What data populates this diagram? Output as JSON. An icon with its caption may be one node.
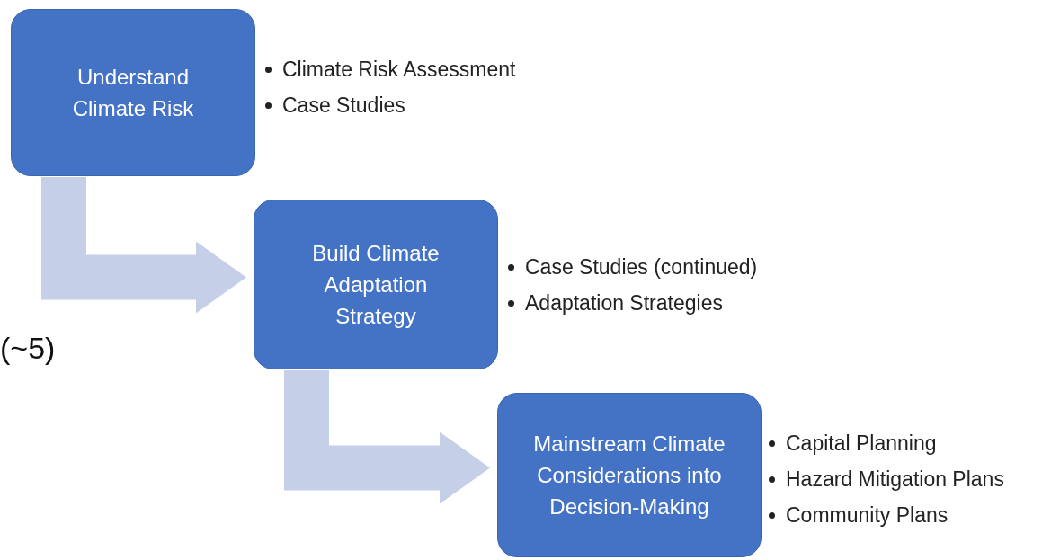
{
  "diagram": {
    "nodes": [
      {
        "text": [
          "Understand Climate Risk"
        ],
        "beside": [
          "Climate Risk Assessment",
          "Case Studies"
        ]
      },
      {
        "text": [
          "Build Climate Adaptation Strategy"
        ],
        "beside": [
          "Case Studies (continued)",
          "Adaptation Strategies"
        ]
      },
      {
        "text": [
          "Mainstream Climate Considerations into Decision-Making"
        ],
        "beside": [
          "Capital Planning",
          "Hazard Mitigation Plans",
          "Community Plans"
        ]
      }
    ],
    "edges": [
      {
        "from": 0,
        "to": 1,
        "arrow": "to"
      },
      {
        "from": 1,
        "to": 2,
        "arrow": "to"
      }
    ],
    "labels": [
      "(~5)"
    ]
  }
}
